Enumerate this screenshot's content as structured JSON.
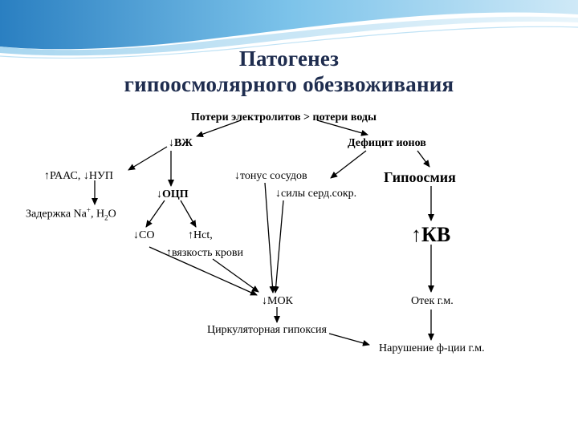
{
  "title": {
    "line1": "Патогенез",
    "line2": "гипоосмолярного обезвоживания"
  },
  "nodes": {
    "electrolyte_loss": "Потери электролитов > потери воды",
    "ecf": "↓ВЖ",
    "ion_deficit": "Дефицит ионов",
    "raas": "↑РААС, ↓НУП",
    "vessel_tone": "↓тонус сосудов",
    "heart_force": "↓силы серд.сокр.",
    "hypoosmia": "Гипоосмия",
    "ocp": "↓ОЦП",
    "na_retention": "Задержка Na",
    "na_retention_sup": "+",
    "na_retention_tail": ", H",
    "na_retention_sub": "2",
    "na_retention_end": "O",
    "co": "↓CO",
    "hct": "↑Hct,",
    "viscosity": "↑вязкость крови",
    "kv": "↑КВ",
    "mok": "↓МОК",
    "brain_edema": "Отек г.м.",
    "hypoxia": "Циркуляторная гипоксия",
    "brain_dysfunction": "Нарушение ф-ции г.м."
  },
  "colors": {
    "title": "#1f2d4f",
    "wave_dark": "#2a7fc1",
    "wave_light": "#9fd2ee"
  }
}
